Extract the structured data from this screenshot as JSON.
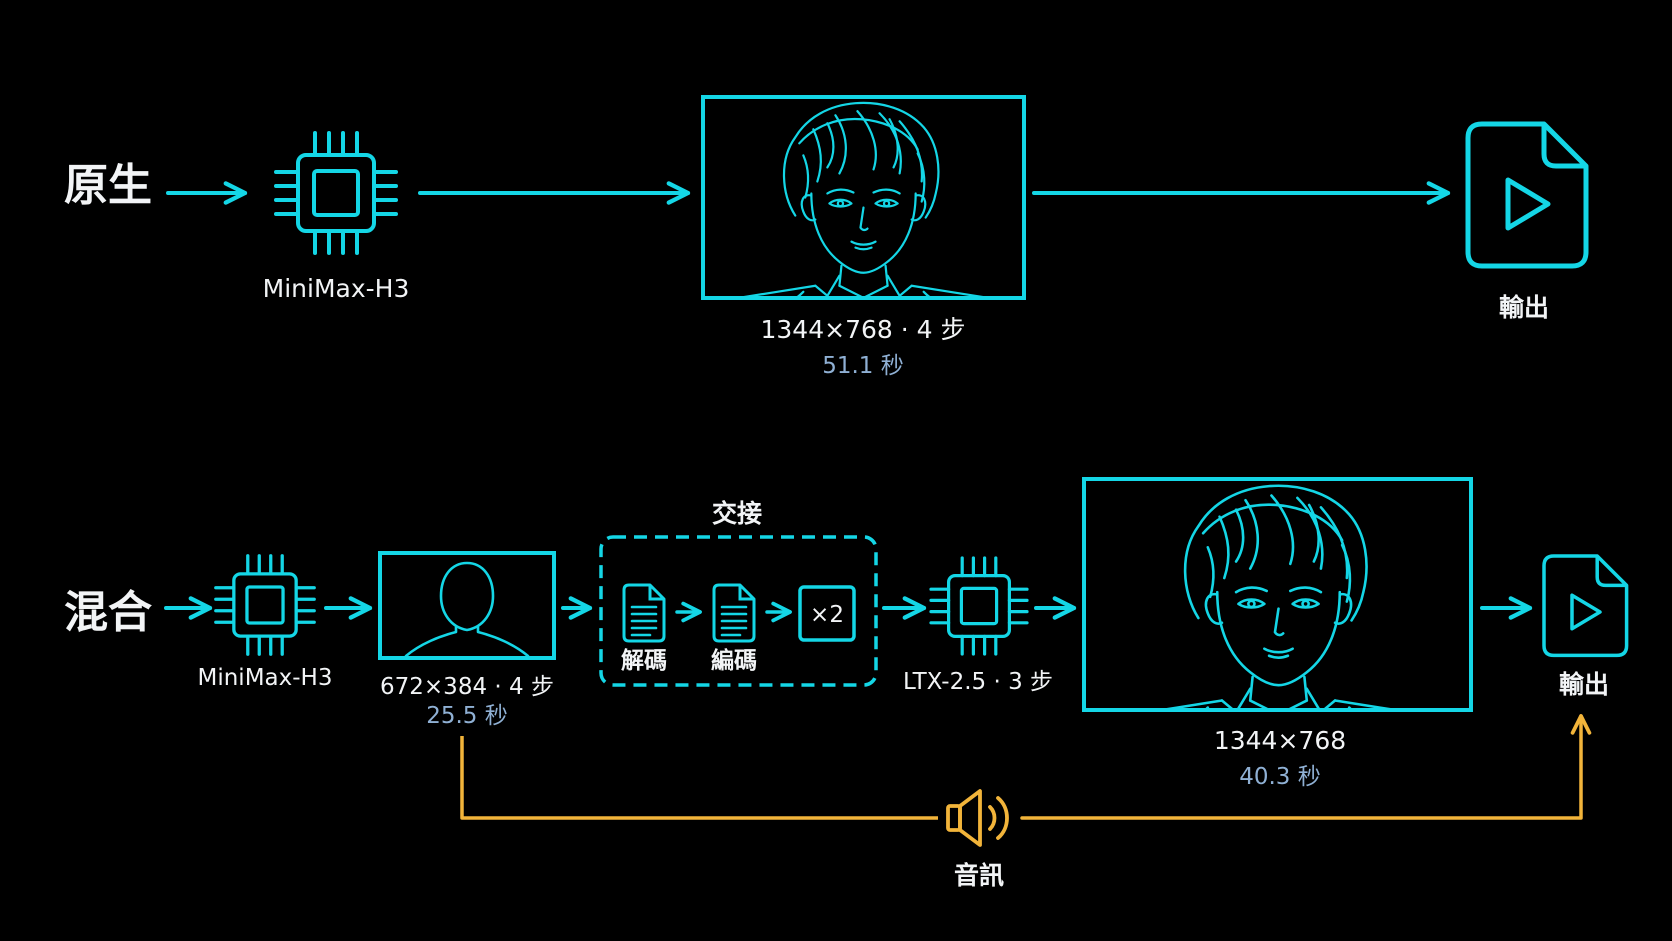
{
  "colors": {
    "accent": "#14d6e6",
    "audio": "#f2b43a",
    "text": "#f2f4f6",
    "time": "#8fb0d4",
    "background": "#000000"
  },
  "native": {
    "label": "原生",
    "chip_label": "MiniMax-H3",
    "frame_spec": "1344×768 · 4 步",
    "frame_time": "51.1 秒",
    "output_label": "輸出"
  },
  "hybrid": {
    "label": "混合",
    "chip_label": "MiniMax-H3",
    "lowres_spec": "672×384 · 4 步",
    "lowres_time": "25.5 秒",
    "handoff_label": "交接",
    "decode_label": "解碼",
    "encode_label": "編碼",
    "scale_label": "×2",
    "upscaler_label": "LTX-2.5 · 3 步",
    "frame_spec": "1344×768",
    "frame_time": "40.3 秒",
    "output_label": "輸出",
    "audio_label": "音訊"
  },
  "icons": [
    "chip-icon",
    "portrait-icon",
    "silhouette-icon",
    "document-icon",
    "video-file-icon",
    "speaker-icon"
  ]
}
